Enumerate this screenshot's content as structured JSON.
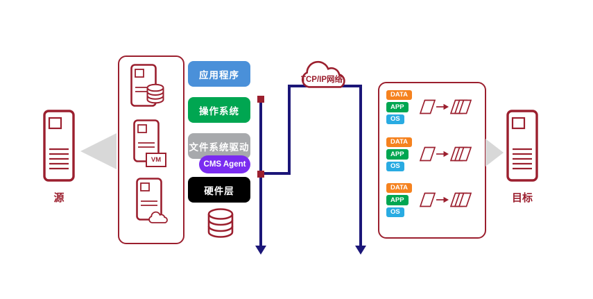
{
  "colors": {
    "brand_red": "#9b1f2e",
    "connector_navy": "#1b1678",
    "fan_gray": "#d8d8d8",
    "badge_data": "#f5821f",
    "badge_app": "#00a651",
    "badge_os": "#29abe2"
  },
  "source": {
    "label": "源"
  },
  "target": {
    "label": "目标"
  },
  "network": {
    "label": "TCP/IP网络"
  },
  "vm_badge": "VM",
  "stack": [
    {
      "label": "应用程序",
      "bg": "#4a90d9"
    },
    {
      "label": "操作系统",
      "bg": "#00a651"
    },
    {
      "label": "文件系统驱动",
      "bg": "#a7a9ac"
    },
    {
      "label": "CMS Agent",
      "bg": "#7a2cf0"
    },
    {
      "label": "硬件层",
      "bg": "#000000"
    }
  ],
  "replicas": [
    {
      "data": "DATA",
      "app": "APP",
      "os": "OS"
    },
    {
      "data": "DATA",
      "app": "APP",
      "os": "OS"
    },
    {
      "data": "DATA",
      "app": "APP",
      "os": "OS"
    }
  ],
  "icons": {
    "server": "tower-server outline",
    "database": "cylinder database",
    "cloud": "cloud outline",
    "vm": "vm box",
    "copy": "sheet-arrow-stacked-sheets",
    "network_cloud": "cloud over tcp/ip line"
  }
}
